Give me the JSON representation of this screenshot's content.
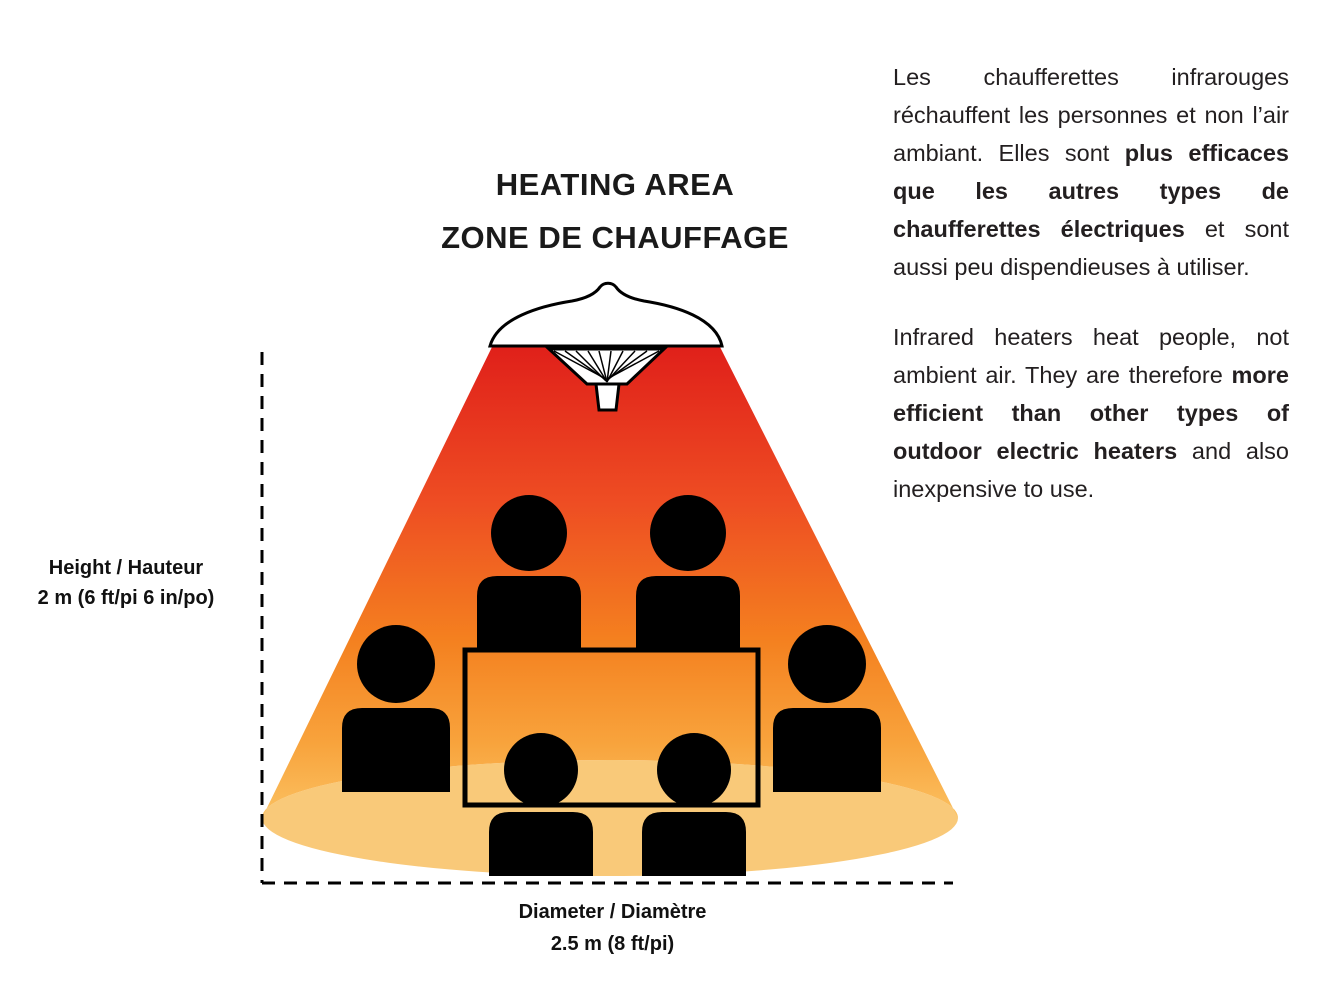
{
  "title": {
    "line1": "HEATING AREA",
    "line2": "ZONE DE CHAUFFAGE"
  },
  "labels": {
    "height_line1": "Height / Hauteur",
    "height_line2": "2 m (6 ft/pi 6 in/po)",
    "diameter_line1": "Diameter / Diamètre",
    "diameter_line2": "2.5 m (8 ft/pi)"
  },
  "paragraphs": {
    "french": {
      "seg1": "Les chaufferettes infrarouges réchauffent les personnes et non l’air ambiant. Elles sont ",
      "seg2_bold": "plus efficaces que les autres types de chaufferettes électriques",
      "seg3": " et sont aussi peu dispendieuses à utiliser."
    },
    "english": {
      "seg1": "Infrared heaters heat people, not ambient air. They are therefore ",
      "seg2_bold": "more efficient than other types of outdoor electric heaters",
      "seg3": " and also inexpensive to use."
    }
  },
  "colors": {
    "cone_top": "#e0201a",
    "cone_upper_mid": "#ee4d23",
    "cone_mid": "#f4801f",
    "cone_lower_mid": "#f8a33c",
    "cone_bottom": "#fbc161",
    "floor_ellipse": "#f9c979",
    "silhouette": "#000000",
    "outline": "#000000"
  }
}
